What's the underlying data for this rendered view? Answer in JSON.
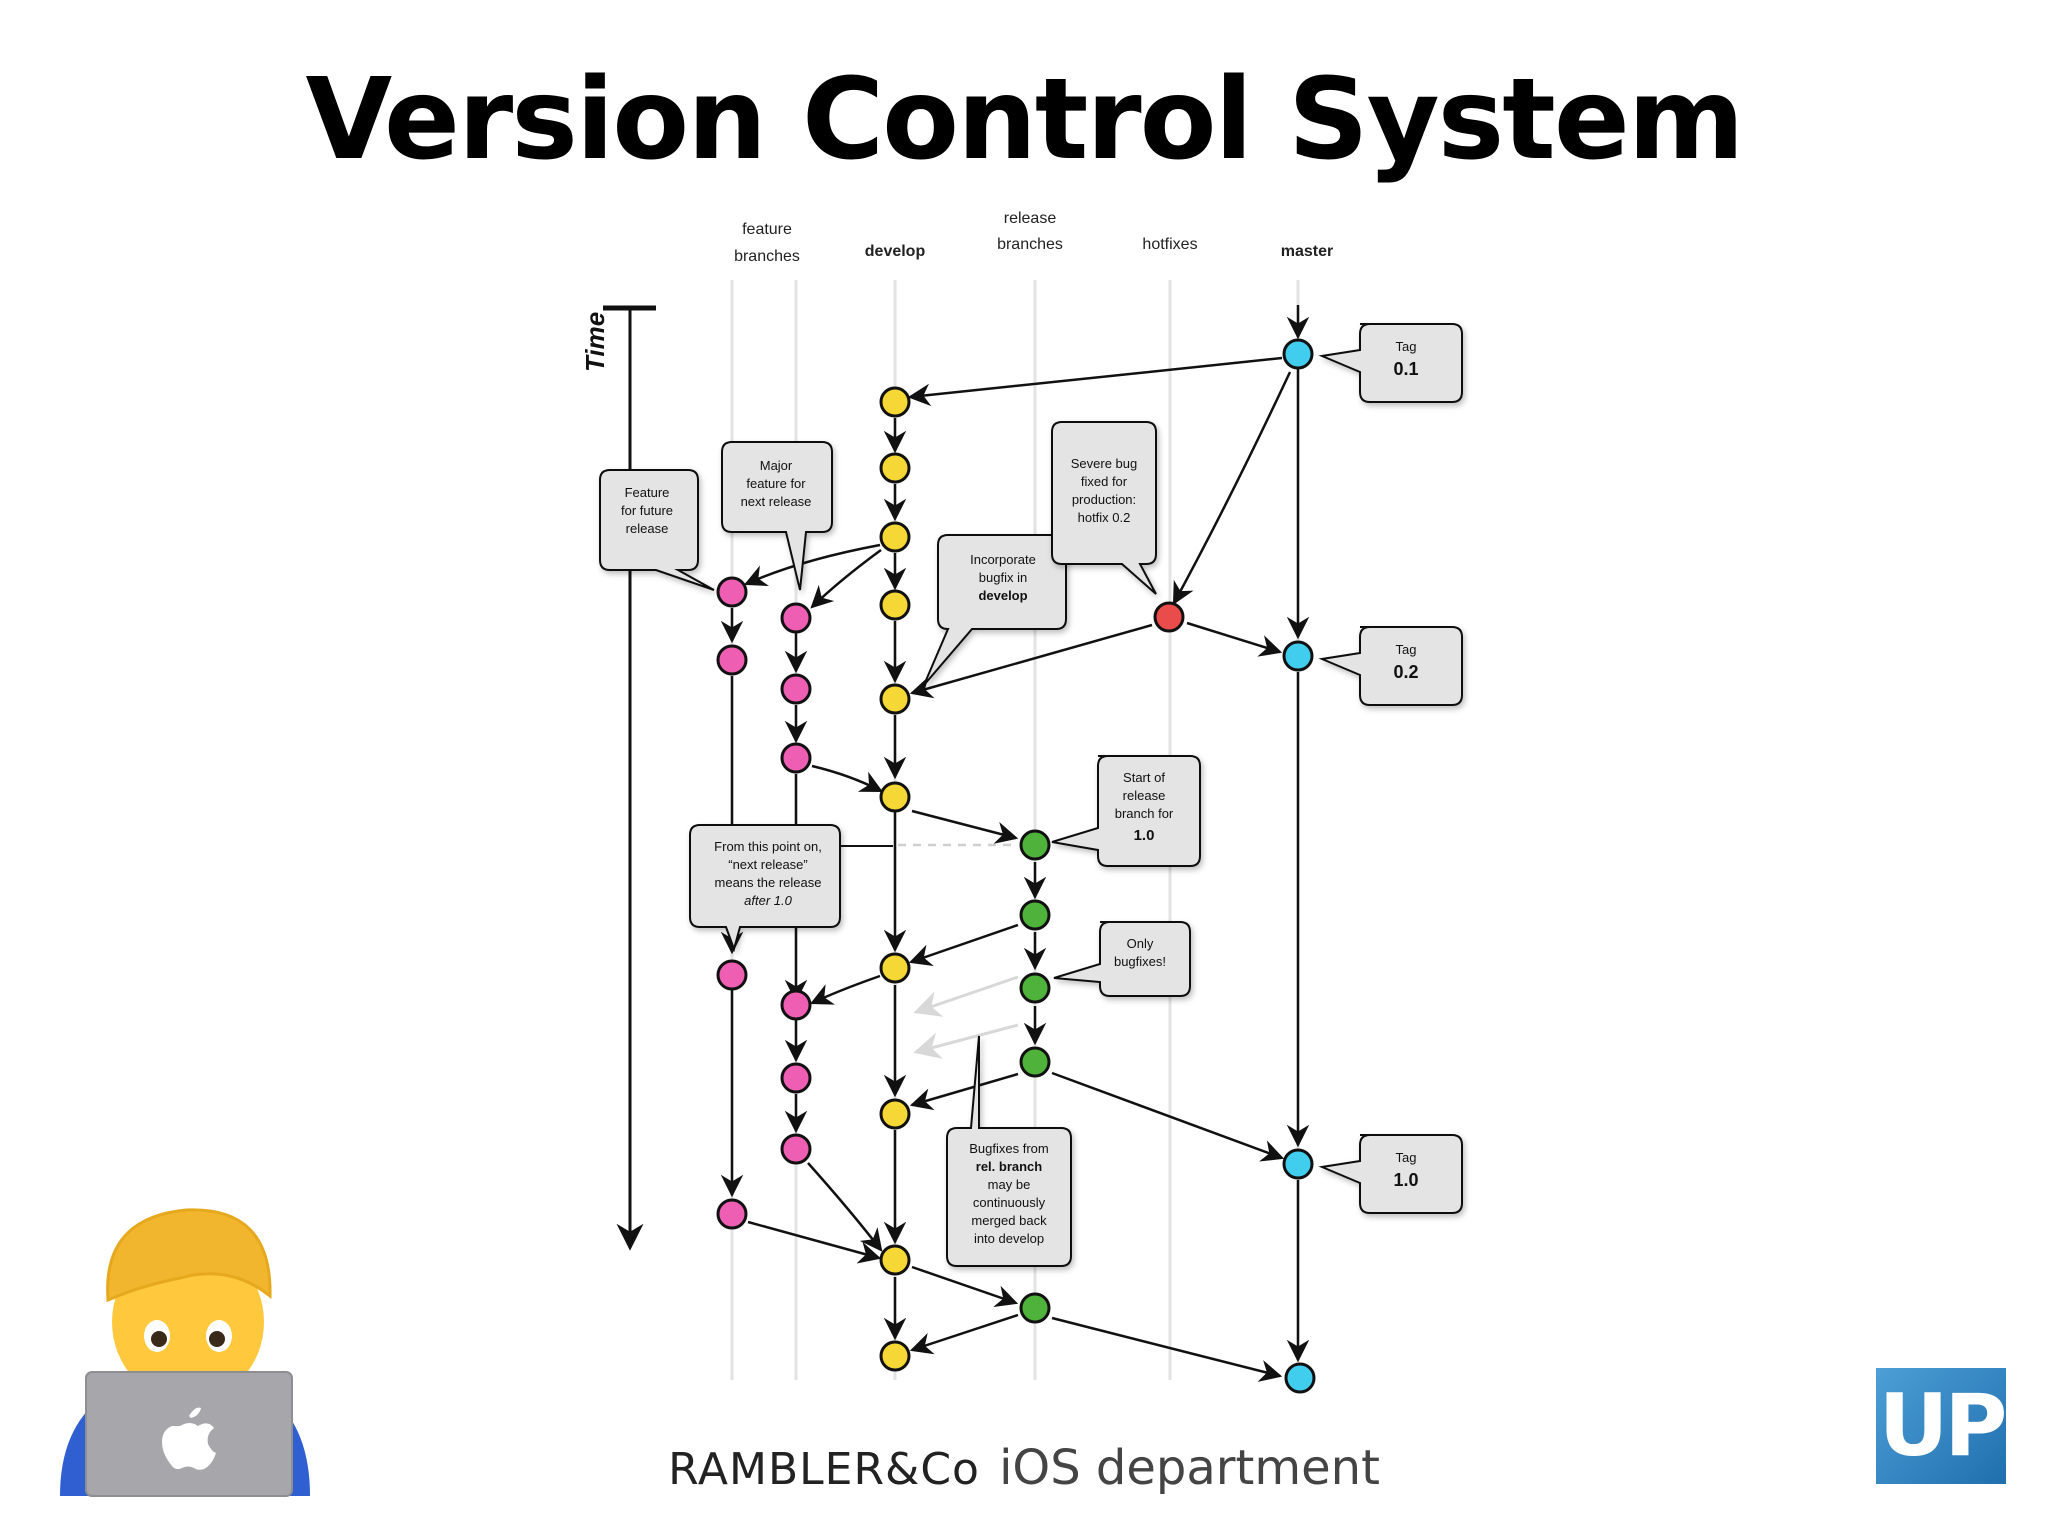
{
  "slide": {
    "title": "Version Control System"
  },
  "columns": {
    "feature_1": "feature",
    "feature_2": "branches",
    "develop": "develop",
    "release_1": "release",
    "release_2": "branches",
    "hotfixes": "hotfixes",
    "master": "master"
  },
  "time_label": "Time",
  "callouts": {
    "feature_future": [
      "Feature",
      "for future",
      "release"
    ],
    "major_feature": [
      "Major",
      "feature for",
      "next release"
    ],
    "incorporate": [
      "Incorporate",
      "bugfix in",
      "develop"
    ],
    "severe_bug": [
      "Severe bug",
      "fixed for",
      "production:",
      "hotfix 0.2"
    ],
    "start_release": [
      "Start of",
      "release",
      "branch for",
      "1.0"
    ],
    "next_release": [
      "From this point on,",
      "“next release”",
      "means the release",
      "after 1.0"
    ],
    "only_bugfixes": [
      "Only",
      "bugfixes!"
    ],
    "bugfixes_rel": [
      "Bugfixes from",
      "rel. branch",
      "may be",
      "continuously",
      "merged back",
      "into develop"
    ]
  },
  "tags": {
    "t01": {
      "label": "Tag",
      "value": "0.1"
    },
    "t02": {
      "label": "Tag",
      "value": "0.2"
    },
    "t10": {
      "label": "Tag",
      "value": "1.0"
    }
  },
  "footer": {
    "brand": "RAMBLER&Co",
    "department": "iOS department"
  },
  "logo_text": "UP",
  "colors": {
    "feature": "#ee5fb3",
    "develop": "#f5d836",
    "release": "#4fb33b",
    "hotfix": "#ea4c4c",
    "master": "#41cdee"
  }
}
